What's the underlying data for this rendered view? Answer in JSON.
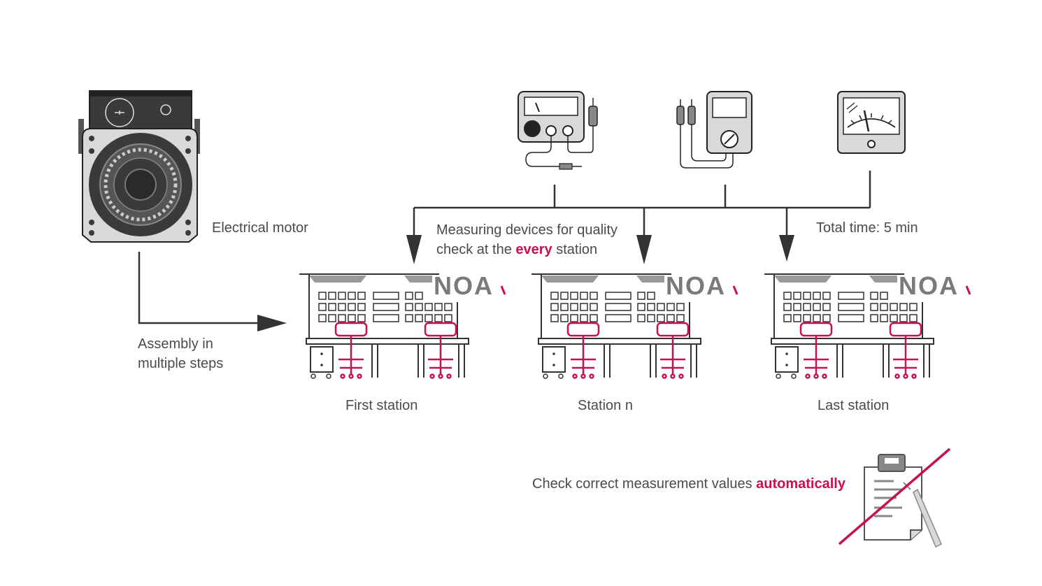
{
  "labels": {
    "motor": "Electrical motor",
    "assembly_line1": "Assembly in",
    "assembly_line2": "multiple steps",
    "measuring_line1": "Measuring devices for quality",
    "measuring_line2_pre": "check at the ",
    "measuring_line2_em": "every",
    "measuring_line2_post": " station",
    "total_time": "Total time: 5 min",
    "check_pre": "Check correct measurement values ",
    "check_em": "automatically"
  },
  "stations": [
    {
      "name": "First station",
      "brand": "NOA"
    },
    {
      "name": "Station n",
      "brand": "NOA"
    },
    {
      "name": "Last station",
      "brand": "NOA"
    }
  ],
  "icons": [
    "electric-motor-icon",
    "analog-multimeter-icon",
    "digital-multimeter-icon",
    "analog-meter-icon",
    "workstation-icon",
    "checklist-icon",
    "pen-icon"
  ],
  "colors": {
    "accent": "#c8104f",
    "line": "#333333",
    "gray": "#8c8c8c",
    "light_gray": "#d9d9d9"
  }
}
